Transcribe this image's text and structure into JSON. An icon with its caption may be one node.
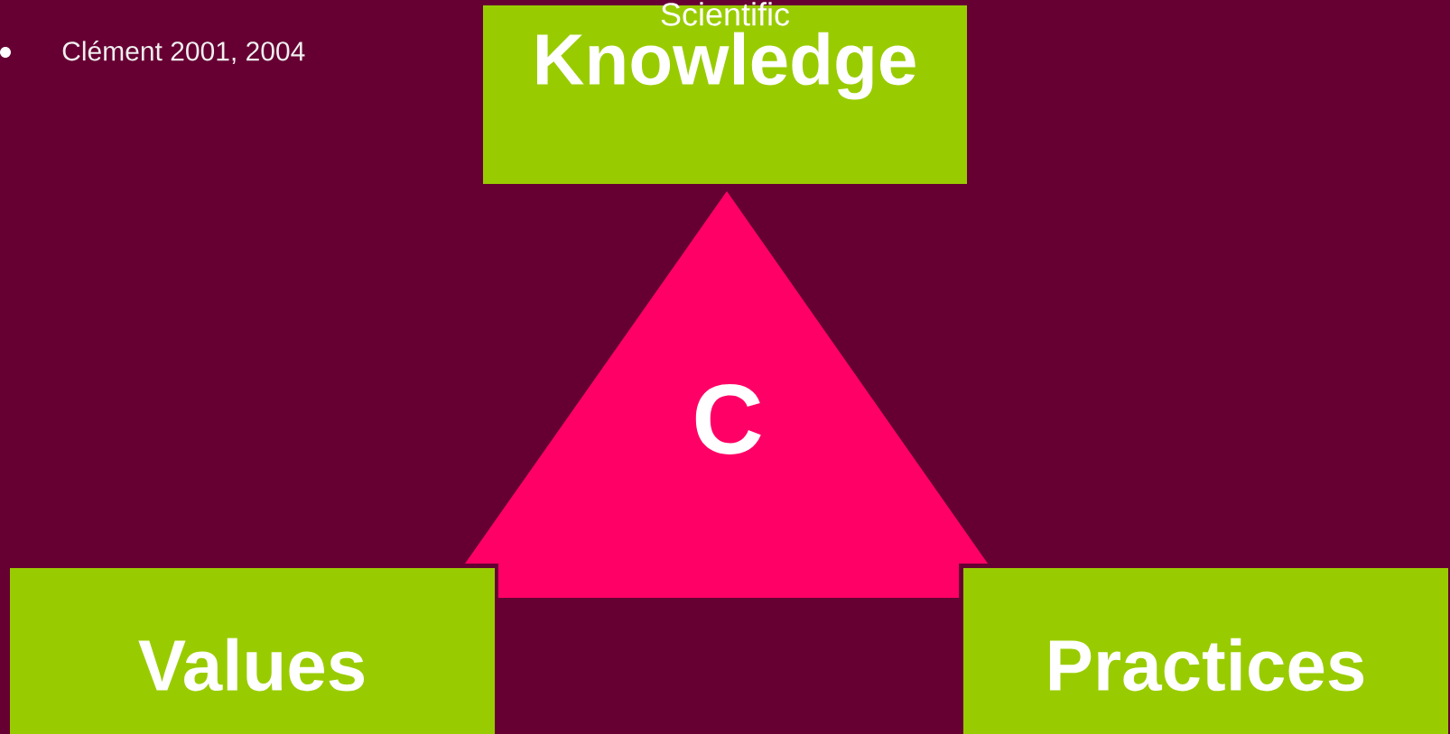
{
  "diagram": {
    "nodes": [
      {
        "text": [
          "Scientific",
          "Knowledge"
        ]
      },
      {
        "text": [
          "C"
        ]
      },
      {
        "text": [
          "Values"
        ]
      },
      {
        "text": [
          "Practices"
        ]
      }
    ],
    "labels": [
      "Clément 2001, 2004"
    ]
  }
}
